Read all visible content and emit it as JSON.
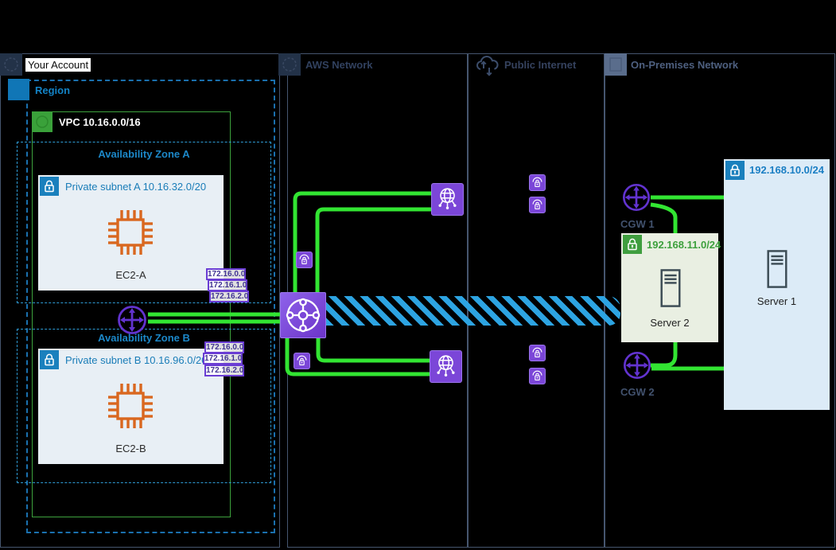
{
  "columns": {
    "your_account": {
      "label": "Your Account"
    },
    "aws_network": {
      "label": "AWS Network"
    },
    "public_internet": {
      "label": "Public Internet"
    },
    "on_premises": {
      "label": "On-Premises Network"
    }
  },
  "region": {
    "label": "Region",
    "vpc": {
      "label": "VPC 10.16.0.0/16"
    },
    "az_a": {
      "label": "Availability Zone A",
      "subnet_label": "Private subnet A 10.16.32.0/20",
      "instance_label": "EC2-A",
      "route_labels": [
        "172.16.0.0",
        "172.16.1.0",
        "172.16.2.0"
      ]
    },
    "az_b": {
      "label": "Availability Zone B",
      "subnet_label": "Private subnet B 10.16.96.0/20",
      "instance_label": "EC2-B",
      "route_labels": [
        "172.16.0.0",
        "172.16.1.0",
        "172.16.2.0"
      ]
    }
  },
  "on_premises": {
    "subnet_1": {
      "label": "192.168.10.0/24",
      "server_label": "Server 1"
    },
    "subnet_2": {
      "label": "192.168.11.0/24",
      "server_label": "Server 2"
    },
    "cgw_1_label": "CGW 1",
    "cgw_2_label": "CGW 2"
  },
  "icons": {
    "your_account": "account-icon",
    "aws_network": "network-icon",
    "public_internet": "cloud-arrows-icon",
    "on_premises": "building-icon",
    "region": "region-icon",
    "vpc": "vpc-icon",
    "private_subnet": "lock-icon",
    "ec2": "ec2-chip-icon",
    "vpc_router": "router-circle-icon",
    "transit_gateway": "transit-gateway-icon",
    "site_to_site_vpn": "vpn-lock-icon",
    "vpn_gateway": "globe-nodes-icon",
    "customer_gateway": "router-circle-icon",
    "server": "server-icon"
  },
  "colors": {
    "background": "#000000",
    "column_border": "#46566f",
    "region_blue": "#1383c6",
    "vpc_green": "#3da23d",
    "az_blue": "#2e9bd4",
    "subnet_fill": "#e8eff5",
    "ec2_orange": "#d9671f",
    "gateway_purple": "#7b46d8",
    "connection_green": "#32e532",
    "tunnel_blue": "#2da4e2",
    "onprem_subnet1_fill": "#dcebf7",
    "onprem_subnet2_fill": "#e9efe2"
  }
}
